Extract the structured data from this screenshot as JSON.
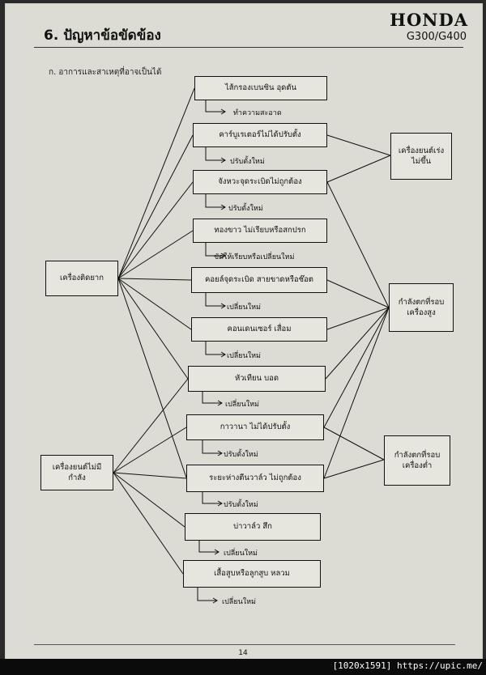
{
  "header": {
    "title": "6. ปัญหาข้อขัดข้อง",
    "brand": "HONDA",
    "model": "G300/G400",
    "section": "ก. อาการและสาเหตุที่อาจเป็นได้"
  },
  "symptoms": [
    {
      "label": "เครื่องติดยาก"
    },
    {
      "label": "เครื่องยนต์ไม่มีกำลัง"
    }
  ],
  "effects": [
    {
      "label": "เครื่องยนต์เร่งไม่ขึ้น"
    },
    {
      "label": "กำลังตกที่รอบเครื่องสูง"
    },
    {
      "label": "กำลังตกที่รอบเครื่องต่ำ"
    }
  ],
  "causes": [
    {
      "label": "ไส้กรองเบนซิน อุดตัน",
      "action": "ทำความสะอาด"
    },
    {
      "label": "คาร์บูเรเตอร์ไม่ได้ปรับตั้ง",
      "action": "ปรับตั้งใหม่"
    },
    {
      "label": "จังหวะจุดระเบิดไม่ถูกต้อง",
      "action": "ปรับตั้งใหม่"
    },
    {
      "label": "ทองขาว ไม่เรียบหรือสกปรก",
      "action": "ขัดให้เรียบหรือเปลี่ยนใหม่"
    },
    {
      "label": "คอยล์จุดระเบิด สายขาดหรือช๊อต",
      "action": "เปลี่ยนใหม่"
    },
    {
      "label": "คอนเดนเซอร์ เสื่อม",
      "action": "เปลี่ยนใหม่"
    },
    {
      "label": "หัวเทียน บอด",
      "action": "เปลี่ยนใหม่"
    },
    {
      "label": "กาวานา ไม่ได้ปรับตั้ง",
      "action": "ปรับตั้งใหม่"
    },
    {
      "label": "ระยะห่างตีนวาล์ว ไม่ถูกต้อง",
      "action": "ปรับตั้งใหม่"
    },
    {
      "label": "บ่าวาล์ว สึก",
      "action": "เปลี่ยนใหม่"
    },
    {
      "label": "เสื้อสูบหรือลูกสูบ หลวม",
      "action": "เปลี่ยนใหม่"
    }
  ],
  "footer": {
    "page_number": "14",
    "credit": "[1020x1591] https://upic.me/"
  }
}
